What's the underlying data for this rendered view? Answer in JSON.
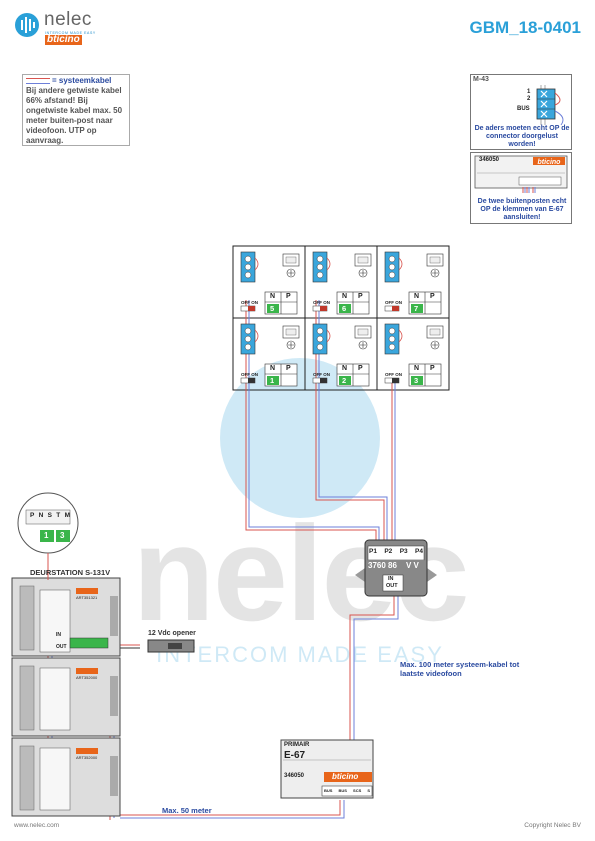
{
  "brand": {
    "name": "nelec",
    "tagline": "INTERCOM MADE EASY",
    "partner": "bticino",
    "colors": {
      "blue": "#2aa0d8",
      "orange": "#e8651a"
    }
  },
  "doc_id": "GBM_18-0401",
  "legend": {
    "title": "= systeemkabel",
    "body": "Bij andere getwiste kabel 66% afstand! Bij ongetwiste kabel max. 50 meter buiten-post naar videofoon. UTP op aanvraag."
  },
  "note_m43": {
    "model": "M-43",
    "terminals": [
      "1",
      "2",
      "BUS"
    ],
    "text": "De aders moeten echt OP de connector doorgelust worden!"
  },
  "note_346050": {
    "model": "346050",
    "text": "De twee buitenposten echt OP de klemmen van E-67 aansluiten!"
  },
  "videophones": [
    {
      "index": "5",
      "switch": "OFF ON",
      "n": "N",
      "p": "P"
    },
    {
      "index": "6",
      "switch": "OFF ON",
      "n": "N",
      "p": "P"
    },
    {
      "index": "7",
      "switch": "OFF ON",
      "n": "N",
      "p": "P"
    },
    {
      "index": "1",
      "switch": "OFF ON",
      "n": "N",
      "p": "P"
    },
    {
      "index": "2",
      "switch": "OFF ON",
      "n": "N",
      "p": "P"
    },
    {
      "index": "3",
      "switch": "OFF ON",
      "n": "N",
      "p": "P"
    }
  ],
  "distributor": {
    "ports": [
      "P1",
      "P2",
      "P3",
      "P4"
    ],
    "model": "3760 86",
    "vv": "V V",
    "in": "IN",
    "out": "OUT"
  },
  "door_station": {
    "title": "DEURSTATION S-131V",
    "module_codes": [
      "ART351321",
      "ART352000",
      "ART352000"
    ],
    "terminal_labels": [
      "P",
      "N",
      "S",
      "T",
      "M"
    ],
    "in": "IN",
    "out": "OUT",
    "detail_digits": [
      "1",
      "3"
    ]
  },
  "opener": {
    "label": "12 Vdc opener"
  },
  "power_supply": {
    "label": "PRIMAIR",
    "model": "E-67",
    "code": "346050",
    "bus_labels": [
      "BUS",
      "BUS",
      "SCS",
      "S"
    ]
  },
  "notes": {
    "max100": "Max. 100 meter systeem-kabel tot laatste videofoon",
    "max50": "Max. 50 meter"
  },
  "footer": {
    "left": "www.nelec.com",
    "right": "Copyright Nelec BV"
  }
}
